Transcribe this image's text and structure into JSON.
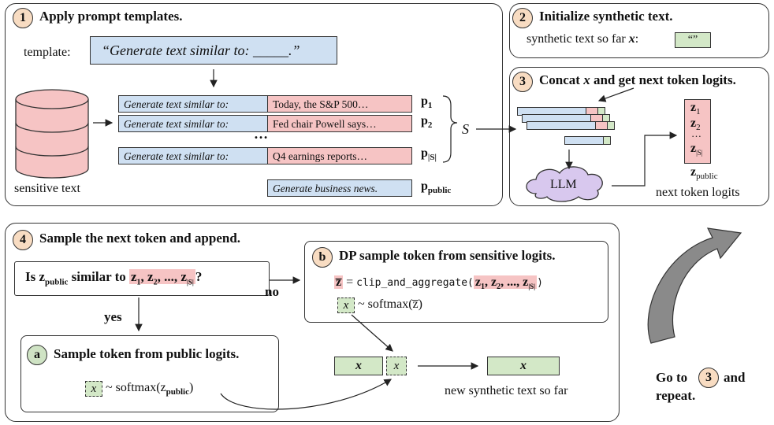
{
  "step1": {
    "num": "1",
    "title": "Apply prompt templates.",
    "template_label": "template:",
    "template_text": "“Generate text similar to: _____.”",
    "sensitive_label": "sensitive text",
    "rows": [
      {
        "prompt": "Generate text similar to:",
        "text": "Today, the S&P 500…",
        "p": "p",
        "sub": "1"
      },
      {
        "prompt": "Generate text similar to:",
        "text": "Fed chair Powell says…",
        "p": "p",
        "sub": "2"
      },
      {
        "prompt": "Generate text similar to:",
        "text": "Q4 earnings reports…",
        "p": "p",
        "sub": "|S|"
      }
    ],
    "dots": "…",
    "set_label": "S",
    "public_prompt": "Generate business news.",
    "public_p": "p",
    "public_sub": "public"
  },
  "step2": {
    "num": "2",
    "title": "Initialize synthetic text.",
    "label_prefix": "synthetic text so far",
    "label_var": "x",
    "label_colon": ":",
    "init_value": "“”"
  },
  "step3": {
    "num": "3",
    "title_a": "Concat",
    "title_var": "x",
    "title_b": "and get next token logits.",
    "llm": "LLM",
    "logits": [
      {
        "z": "z",
        "sub": "1"
      },
      {
        "z": "z",
        "sub": "2"
      },
      {
        "z": "z",
        "sub": "|S|"
      }
    ],
    "logit_dots": "…",
    "public_z": "z",
    "public_sub": "public",
    "caption": "next token logits"
  },
  "step4": {
    "num": "4",
    "title": "Sample the next token and append.",
    "question_a": "Is z",
    "question_sub": "public",
    "question_b": "similar to",
    "question_set": "z",
    "question_end": "?",
    "no": "no",
    "yes": "yes",
    "a": {
      "num": "a",
      "title": "Sample token from public logits.",
      "x": "x",
      "formula_a": "~ softmax(z",
      "formula_sub": "public",
      "formula_b": ")"
    },
    "b": {
      "num": "b",
      "title": "DP sample token from sensitive logits.",
      "zbar": "z̅",
      "eq": "=",
      "fn": "clip_and_aggregate(",
      "args": "z",
      "close": ")",
      "x": "x",
      "formula": "~ softmax(z̅)"
    },
    "append_x": "x",
    "append_new": "x",
    "result_x": "x",
    "result_caption": "new synthetic text so far"
  },
  "repeat": {
    "go_to": "Go to",
    "num": "3",
    "and": "and",
    "repeat": "repeat."
  },
  "colors": {
    "blue": "#cfe0f2",
    "pink": "#f6c4c4",
    "green": "#d3e8c7",
    "orange": "#f8dcc2",
    "arrow_gray": "#8a8a8a"
  }
}
